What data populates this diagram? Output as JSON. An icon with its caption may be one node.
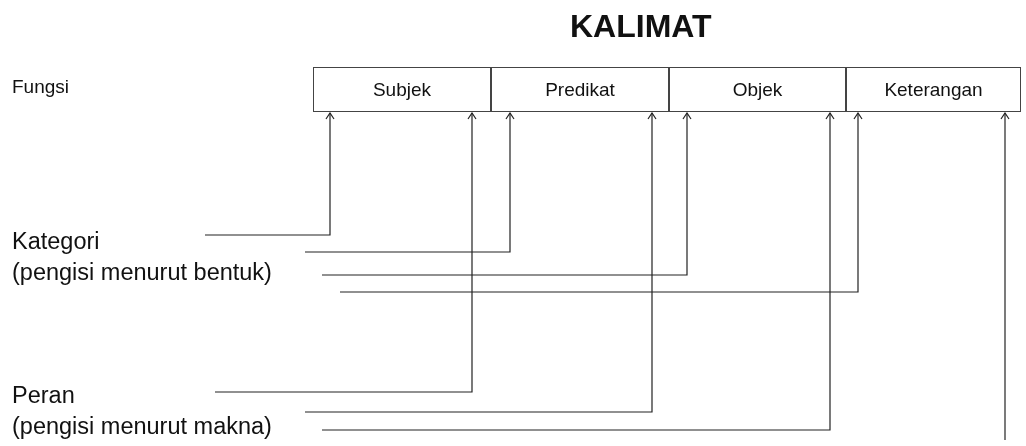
{
  "diagram": {
    "title": "KALIMAT",
    "nodes": [
      {
        "text": [
          "Subjek"
        ]
      },
      {
        "text": [
          "Predikat"
        ]
      },
      {
        "text": [
          "Objek"
        ]
      },
      {
        "text": [
          "Keterangan"
        ]
      },
      {
        "text": [
          "Kategori",
          "(pengisi menurut bentuk)"
        ]
      },
      {
        "text": [
          "Peran",
          "(pengisi menurut makna)"
        ]
      }
    ],
    "edges": [
      {
        "from": 4,
        "to": 0,
        "arrow": "to"
      },
      {
        "from": 4,
        "to": 1,
        "arrow": "to"
      },
      {
        "from": 4,
        "to": 2,
        "arrow": "to"
      },
      {
        "from": 4,
        "to": 3,
        "arrow": "to"
      },
      {
        "from": 5,
        "to": 0,
        "arrow": "to"
      },
      {
        "from": 5,
        "to": 1,
        "arrow": "to"
      },
      {
        "from": 5,
        "to": 2,
        "arrow": "to"
      },
      {
        "from": null,
        "to": 3,
        "arrow": "to"
      }
    ],
    "labels": [
      "Fungsi"
    ]
  }
}
